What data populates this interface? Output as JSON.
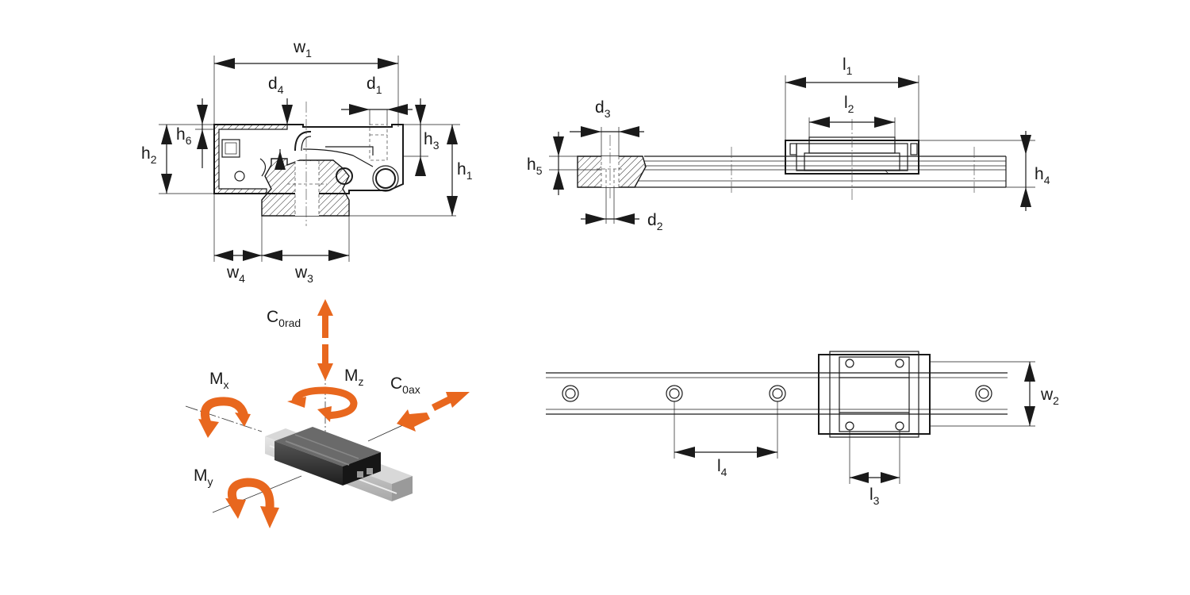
{
  "colors": {
    "line": "#1a1a1a",
    "accent": "#e8671e",
    "block": "#2b2b2b",
    "rail": "#c8c8c8"
  },
  "labels": {
    "w1": {
      "main": "w",
      "sub": "1"
    },
    "d4": {
      "main": "d",
      "sub": "4"
    },
    "d1": {
      "main": "d",
      "sub": "1"
    },
    "h6": {
      "main": "h",
      "sub": "6"
    },
    "h2": {
      "main": "h",
      "sub": "2"
    },
    "h3": {
      "main": "h",
      "sub": "3"
    },
    "h1": {
      "main": "h",
      "sub": "1"
    },
    "w4": {
      "main": "w",
      "sub": "4"
    },
    "w3": {
      "main": "w",
      "sub": "3"
    },
    "l1": {
      "main": "l",
      "sub": "1"
    },
    "l2": {
      "main": "l",
      "sub": "2"
    },
    "d3": {
      "main": "d",
      "sub": "3"
    },
    "h5": {
      "main": "h",
      "sub": "5"
    },
    "h4": {
      "main": "h",
      "sub": "4"
    },
    "d2": {
      "main": "d",
      "sub": "2"
    },
    "w2": {
      "main": "w",
      "sub": "2"
    },
    "l4": {
      "main": "l",
      "sub": "4"
    },
    "l3": {
      "main": "l",
      "sub": "3"
    },
    "c0rad": {
      "main": "C",
      "sub": "0rad"
    },
    "mz": {
      "main": "M",
      "sub": "z"
    },
    "c0ax": {
      "main": "C",
      "sub": "0ax"
    },
    "mx": {
      "main": "M",
      "sub": "x"
    },
    "my": {
      "main": "M",
      "sub": "y"
    }
  }
}
